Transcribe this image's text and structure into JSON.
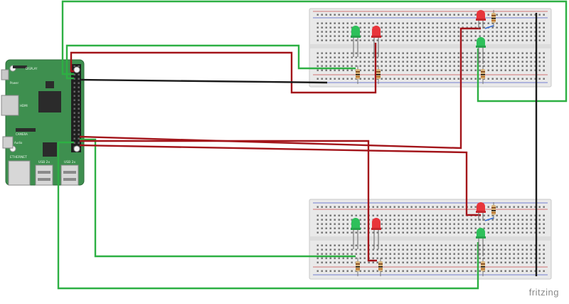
{
  "credit": {
    "text": "fritzing"
  },
  "board_labels": {
    "eth": "ETHERNET",
    "usb_a": "USB 2x",
    "usb_b": "USB 2x",
    "power": "Power",
    "hdmi": "HDMI",
    "audio": "Audio",
    "camera": "CAMERA",
    "display": "DISPLAY"
  },
  "colors": {
    "wire_green": "#2db043",
    "wire_red": "#a3141a",
    "wire_black": "#1a1a1a",
    "board_green": "#3e8f4f",
    "led_green": "#2ec05a",
    "led_red": "#e8353b",
    "breadboard": "#e9e9e9"
  },
  "components": {
    "microcontroller": "raspberry-pi",
    "breadboards": 2,
    "leds_per_board": [
      "green",
      "red",
      "red",
      "green"
    ],
    "resistors_per_board": 4
  }
}
